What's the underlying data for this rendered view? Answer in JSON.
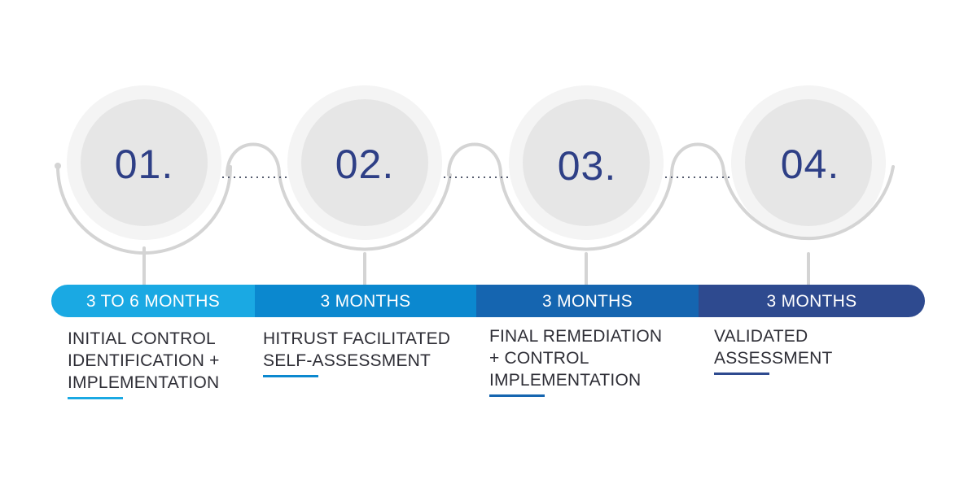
{
  "colors": {
    "segment_1": "#1aa9e3",
    "segment_2": "#0b88cf",
    "segment_3": "#1565b0",
    "segment_4": "#2e4a8f",
    "number_text": "#2e3f86",
    "circle_outer": "#f4f4f4",
    "circle_inner": "#e6e6e6",
    "connector": "#d4d4d4"
  },
  "steps": [
    {
      "number": "01.",
      "duration": "3 TO 6 MONTHS",
      "lines": [
        "INITIAL CONTROL",
        "IDENTIFICATION +",
        "IMPLEMENTATION"
      ]
    },
    {
      "number": "02.",
      "duration": "3 MONTHS",
      "lines": [
        "HITRUST FACILITATED",
        "SELF-ASSESSMENT"
      ]
    },
    {
      "number": "03.",
      "duration": "3 MONTHS",
      "lines": [
        "FINAL REMEDIATION",
        "+ CONTROL",
        "IMPLEMENTATION"
      ]
    },
    {
      "number": "04.",
      "duration": "3 MONTHS",
      "lines": [
        "VALIDATED",
        "ASSESSMENT"
      ]
    }
  ]
}
